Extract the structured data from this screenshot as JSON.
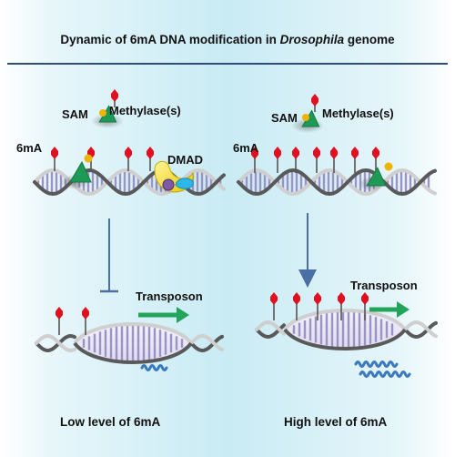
{
  "title": {
    "prefix": "Dynamic of 6mA DNA modification in ",
    "italic": "Drosophila",
    "suffix": " genome"
  },
  "left": {
    "sam": "SAM",
    "methylase": "Methylase(s)",
    "mark": "6mA",
    "demethylase": "DMAD",
    "transposon": "Transposon",
    "caption": "Low level of 6mA"
  },
  "right": {
    "sam": "SAM",
    "methylase": "Methylase(s)",
    "mark": "6mA",
    "transposon": "Transposon",
    "caption": "High level of 6mA"
  },
  "colors": {
    "dna_strand": "#595959",
    "dna_strand_light": "#cfcfcf",
    "base_pair": "#9a93c4",
    "methyl_mark": "#e01020",
    "methylase": "#1f9a56",
    "sam": "#f0b400",
    "demethylase": "#f5e11a",
    "demethylase_cofactor": "#2bb8e8",
    "inhibition_arrow": "#4a6fa5",
    "transposon_arrow": "#22a55a",
    "transcript": "#3a78c0",
    "divider": "#2f4c7a"
  }
}
